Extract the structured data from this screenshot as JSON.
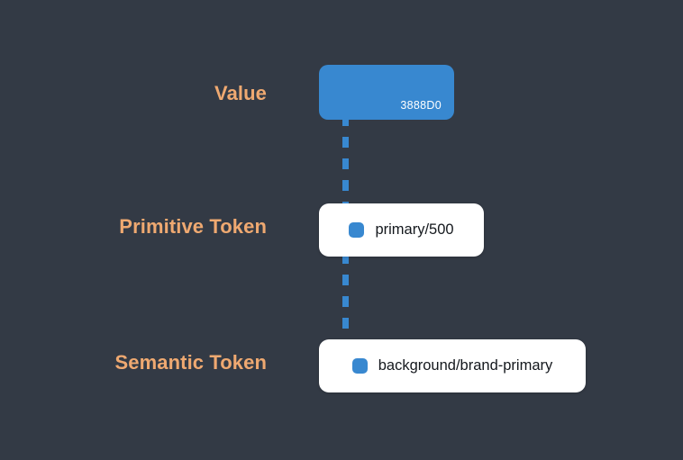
{
  "canvas": {
    "background_color": "#333a45",
    "accent_blue": "#3888D0",
    "label_color": "#EFA971",
    "card_surface": "#FFFFFF",
    "token_text_color": "#14181D"
  },
  "rows": {
    "value": {
      "label": "Value",
      "hex": "3888D0"
    },
    "primitive": {
      "label": "Primitive Token",
      "token_name": "primary/500",
      "swatch_color": "#3888D0"
    },
    "semantic": {
      "label": "Semantic Token",
      "token_name": "background/brand-primary",
      "swatch_color": "#3888D0"
    }
  },
  "connectors": {
    "style": "dashed",
    "color": "#3888D0"
  }
}
